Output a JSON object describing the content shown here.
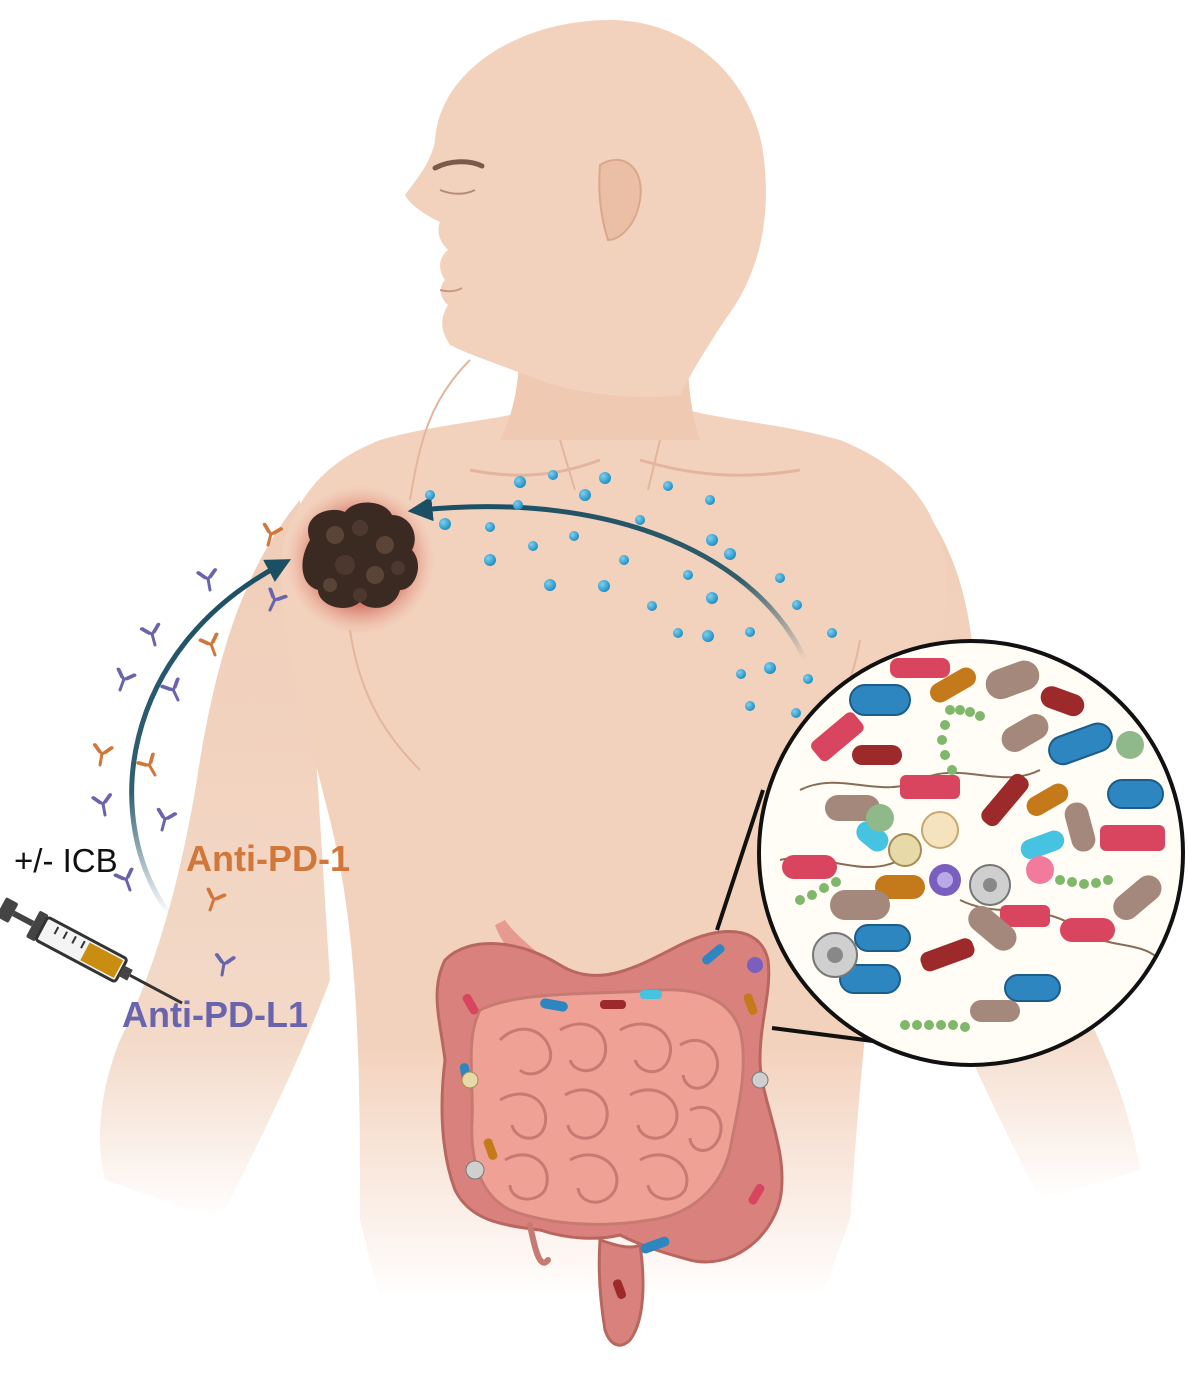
{
  "labels": {
    "icb": "+/- ICB",
    "anti_pd1": "Anti-PD-1",
    "anti_pdl1": "Anti-PD-L1"
  },
  "colors": {
    "skin": "#f3d2bd",
    "skin_shadow": "#e8b9a0",
    "anti_pd1": "#d1773a",
    "anti_pdl1": "#6a64ad",
    "arrow": "#1b4f63",
    "metabolite": "#2a9fd0",
    "tumor": "#3b2a22",
    "intestine": "#e58e86",
    "colon": "#d9827d"
  },
  "icons": {
    "body": "human-torso-icon",
    "tumor": "tumor-icon",
    "syringe": "syringe-icon",
    "antibody": "antibody-icon",
    "gut": "intestine-icon",
    "microbiome": "microbiome-magnifier-icon"
  }
}
